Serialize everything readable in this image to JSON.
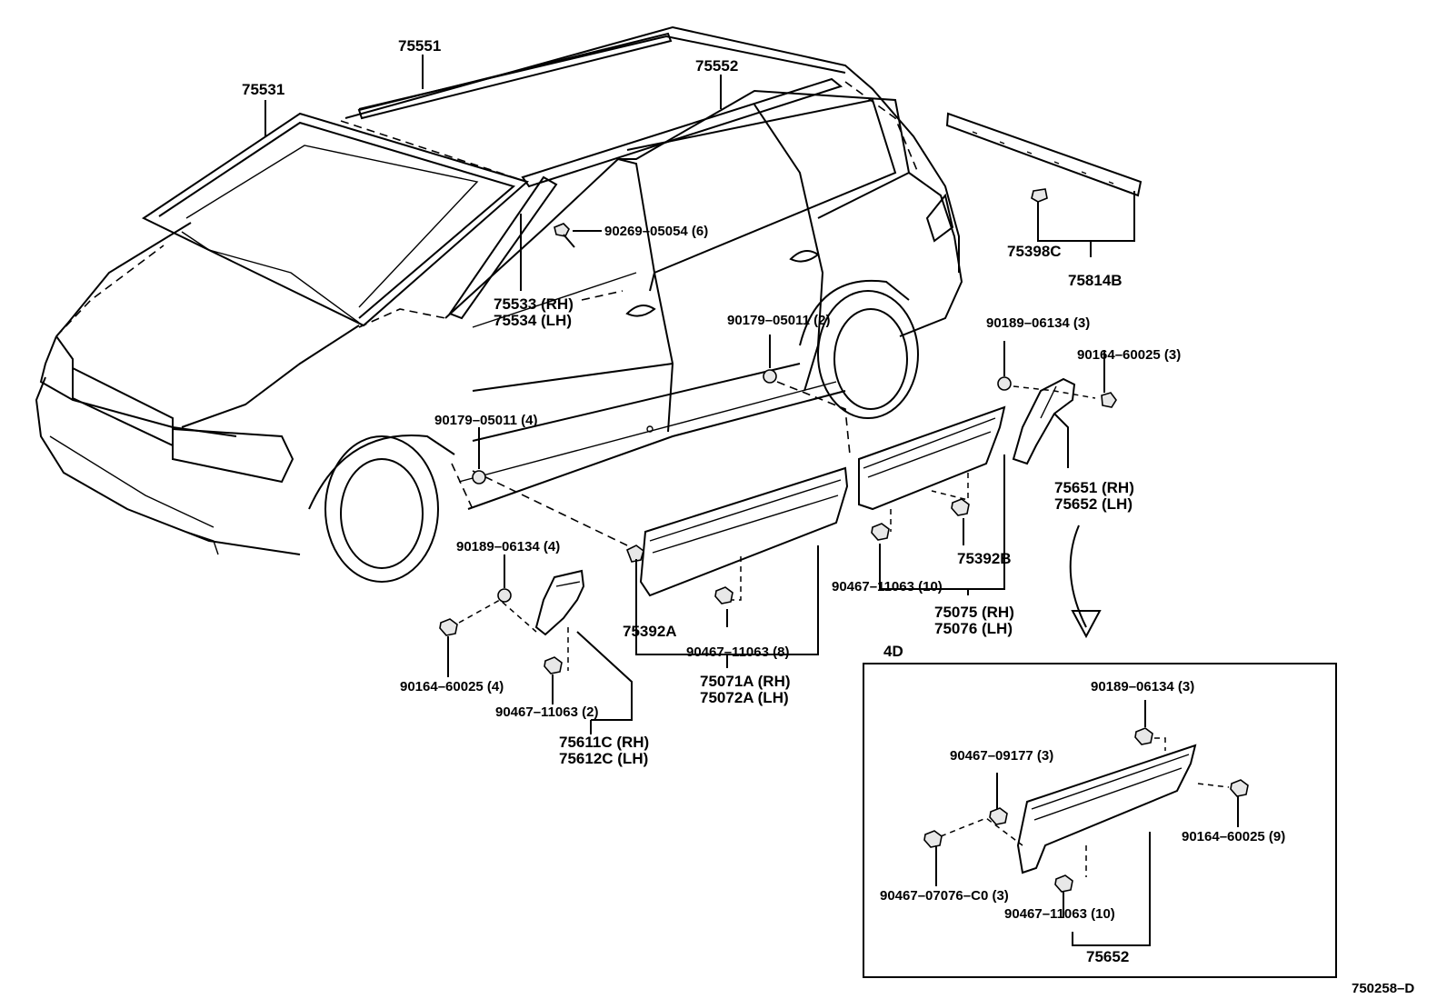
{
  "diagram_id": "750258–D",
  "inset_label": "4D",
  "parts": {
    "p75551": "75551",
    "p75531": "75531",
    "p75552": "75552",
    "p90269": "90269–05054 (6)",
    "p75533": "75533 (RH)",
    "p75534": "75534 (LH)",
    "p75398c": "75398C",
    "p75814b": "75814B",
    "p90179a": "90179–05011 (2)",
    "p90189a": "90189–06134 (3)",
    "p90164a": "90164–60025 (3)",
    "p90179b": "90179–05011 (4)",
    "p75651": "75651 (RH)",
    "p75652a": "75652 (LH)",
    "p90189b": "90189–06134 (4)",
    "p75392b": "75392B",
    "p90467a": "90467–11063 (10)",
    "p75075": "75075 (RH)",
    "p75076": "75076 (LH)",
    "p90164b": "90164–60025 (4)",
    "p75392a": "75392A",
    "p90467b": "90467–11063 (8)",
    "p75071a": "75071A (RH)",
    "p75072a": "75072A (LH)",
    "p90467c": "90467–11063 (2)",
    "p75611c": "75611C (RH)",
    "p75612c": "75612C (LH)",
    "p90189c": "90189–06134 (3)",
    "p90467d": "90467–09177 (3)",
    "p90164c": "90164–60025 (9)",
    "p90467e": "90467–07076–C0 (3)",
    "p90467f": "90467–11063 (10)",
    "p75652b": "75652"
  }
}
